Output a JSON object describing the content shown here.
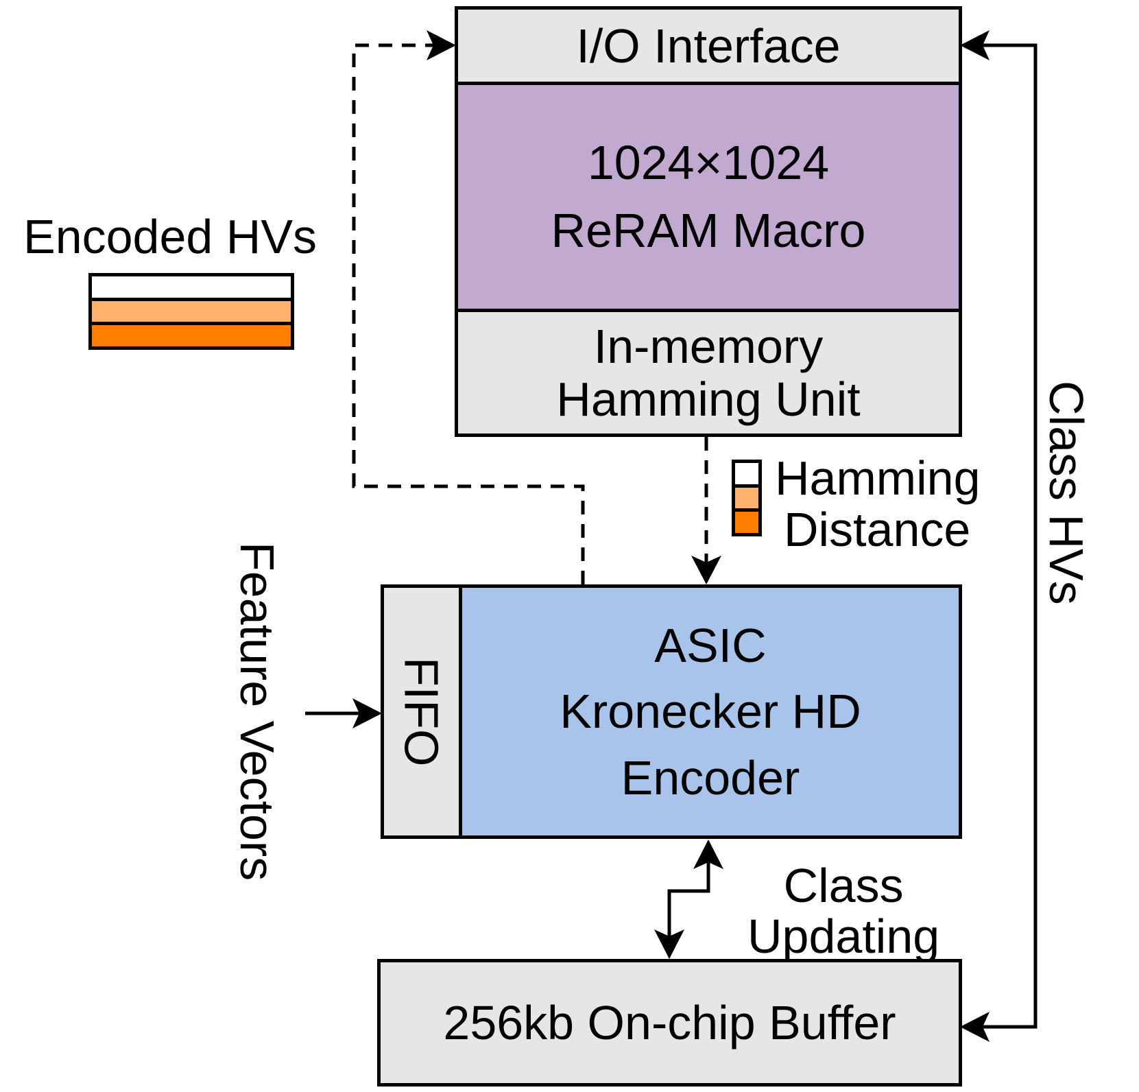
{
  "blocks": {
    "io_interface": "I/O Interface",
    "reram_line1": "1024×1024",
    "reram_line2": "ReRAM Macro",
    "hamming_unit_line1": "In-memory",
    "hamming_unit_line2": "Hamming Unit",
    "fifo": "FIFO",
    "encoder_line1": "ASIC",
    "encoder_line2": "Kronecker HD",
    "encoder_line3": "Encoder",
    "buffer": "256kb On-chip Buffer"
  },
  "labels": {
    "encoded_hvs": "Encoded HVs",
    "hamming_distance_line1": "Hamming",
    "hamming_distance_line2": "Distance",
    "class_hvs": "Class HVs",
    "feature_vectors": "Feature Vectors",
    "class_updating_line1": "Class",
    "class_updating_line2": "Updating"
  },
  "colors": {
    "block_gray": "#e6e6e6",
    "reram_purple": "#c2a9cf",
    "encoder_blue": "#a9c4ea",
    "hv_white": "#ffffff",
    "hv_light_orange": "#ffb26b",
    "hv_orange": "#ff7f00"
  }
}
